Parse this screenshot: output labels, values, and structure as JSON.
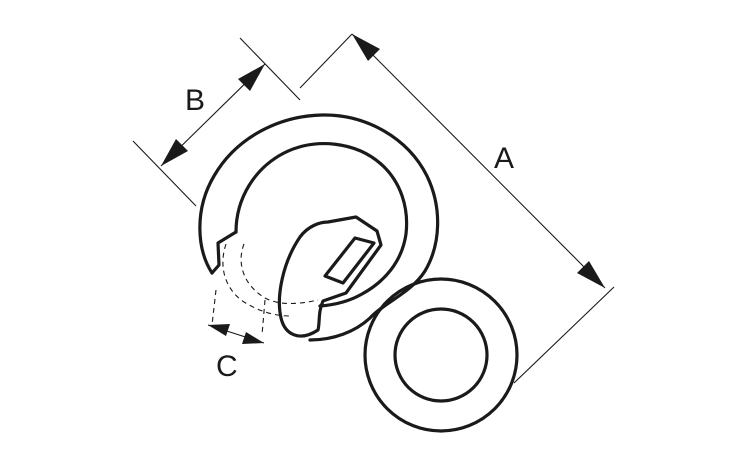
{
  "dimensions": {
    "a_label": "A",
    "b_label": "B",
    "c_label": "C"
  }
}
